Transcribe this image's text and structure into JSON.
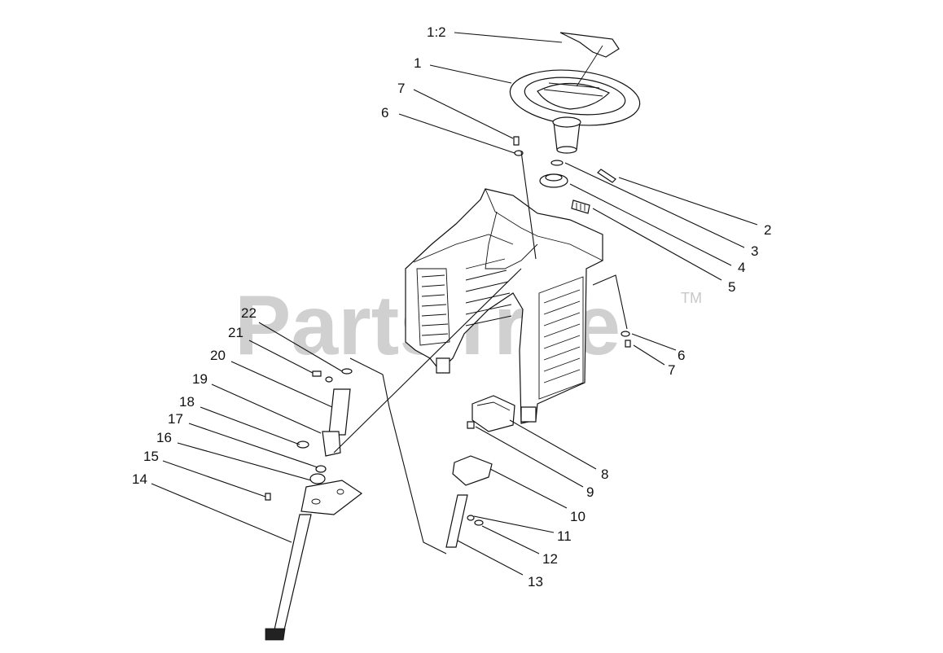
{
  "watermark": {
    "text": "PartsTree",
    "mark": "TM"
  },
  "callouts": [
    {
      "id": "c-1-2",
      "label": "1:2"
    },
    {
      "id": "c-1",
      "label": "1"
    },
    {
      "id": "c-7a",
      "label": "7"
    },
    {
      "id": "c-6a",
      "label": "6"
    },
    {
      "id": "c-2",
      "label": "2"
    },
    {
      "id": "c-3",
      "label": "3"
    },
    {
      "id": "c-4",
      "label": "4"
    },
    {
      "id": "c-5",
      "label": "5"
    },
    {
      "id": "c-6b",
      "label": "6"
    },
    {
      "id": "c-7b",
      "label": "7"
    },
    {
      "id": "c-22",
      "label": "22"
    },
    {
      "id": "c-21",
      "label": "21"
    },
    {
      "id": "c-20",
      "label": "20"
    },
    {
      "id": "c-19",
      "label": "19"
    },
    {
      "id": "c-18",
      "label": "18"
    },
    {
      "id": "c-17",
      "label": "17"
    },
    {
      "id": "c-16",
      "label": "16"
    },
    {
      "id": "c-15",
      "label": "15"
    },
    {
      "id": "c-14",
      "label": "14"
    },
    {
      "id": "c-8",
      "label": "8"
    },
    {
      "id": "c-9",
      "label": "9"
    },
    {
      "id": "c-10",
      "label": "10"
    },
    {
      "id": "c-11",
      "label": "11"
    },
    {
      "id": "c-12",
      "label": "12"
    },
    {
      "id": "c-13",
      "label": "13"
    }
  ]
}
